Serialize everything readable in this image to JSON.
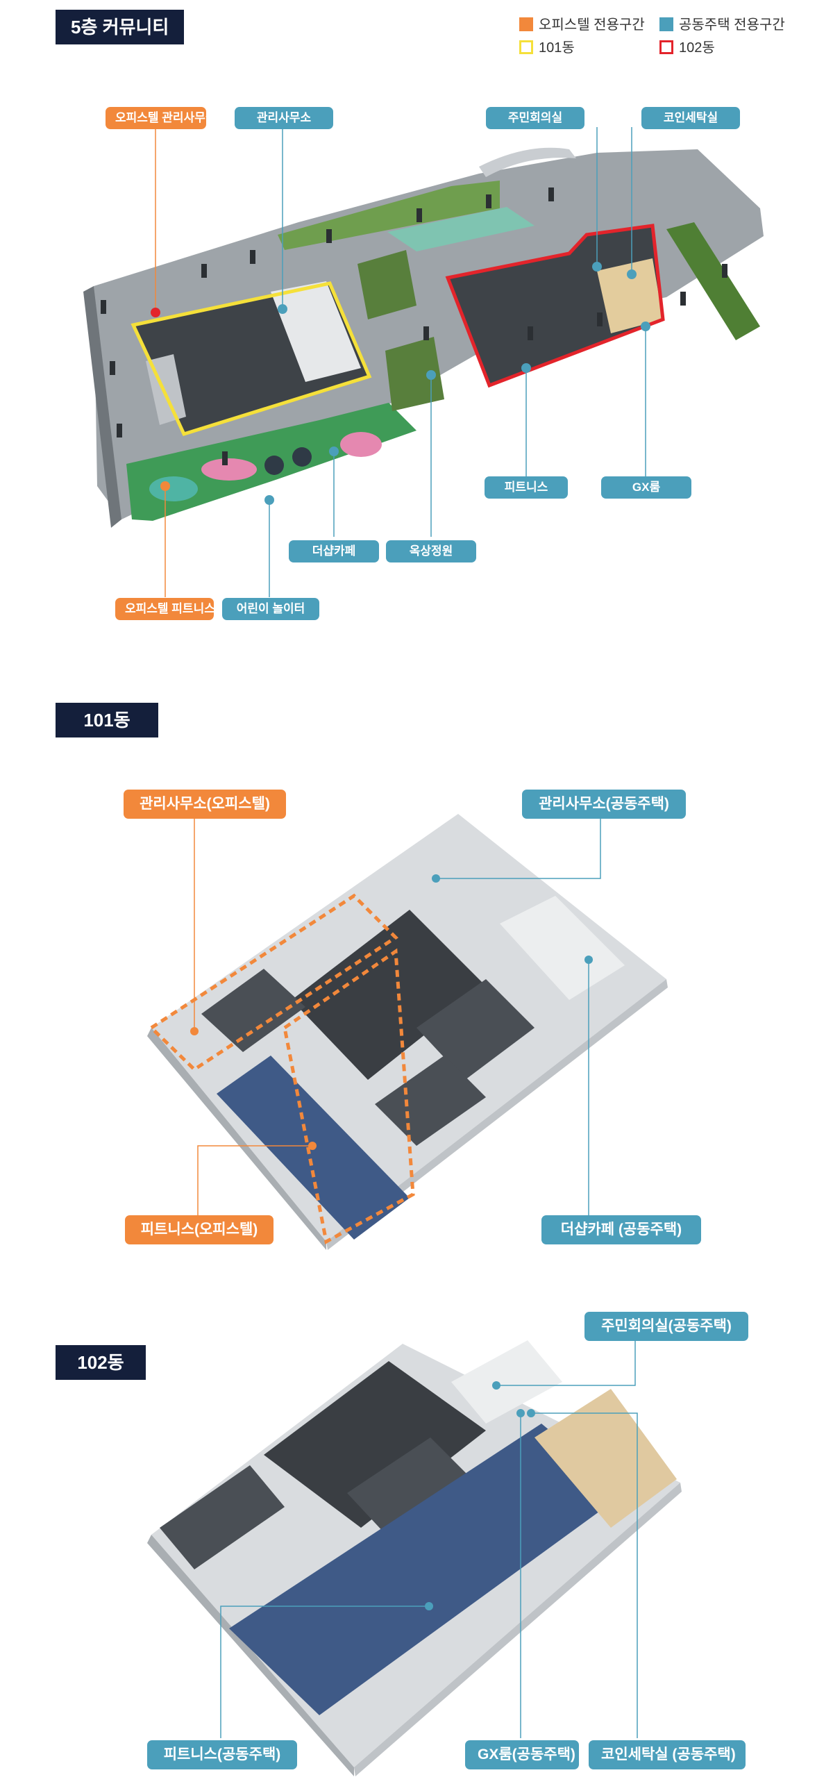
{
  "colors": {
    "navy": "#141f3b",
    "orange": "#f2883b",
    "blue": "#4b9fbb",
    "yellow": "#f5e03a",
    "red": "#e3242b"
  },
  "section1": {
    "title": "5층 커뮤니티",
    "legend": {
      "officetel": "오피스텔 전용구간",
      "apartment": "공동주택 전용구간",
      "bldg101": "101동",
      "bldg102": "102동"
    },
    "labels": {
      "officetel_office": "오피스텔 관리사무실",
      "mgmt_office": "관리사무소",
      "resident_meeting": "주민회의실",
      "coin_laundry": "코인세탁실",
      "fitness": "피트니스",
      "gx_room": "GX룸",
      "the_shop_cafe": "더샵카페",
      "rooftop_garden": "옥상정원",
      "officetel_fitness": "오피스텔 피트니스",
      "kids_playground": "어린이 놀이터"
    }
  },
  "section2": {
    "title": "101동",
    "labels": {
      "mgmt_officetel": "관리사무소(오피스텔)",
      "mgmt_apartment": "관리사무소(공동주택)",
      "fitness_officetel": "피트니스(오피스텔)",
      "cafe_apartment": "더샵카페 (공동주택)"
    }
  },
  "section3": {
    "title": "102동",
    "labels": {
      "meeting_apartment": "주민회의실(공동주택)",
      "fitness_apartment": "피트니스(공동주택)",
      "gx_apartment": "GX룸(공동주택)",
      "laundry_apartment": "코인세탁실 (공동주택)"
    }
  }
}
